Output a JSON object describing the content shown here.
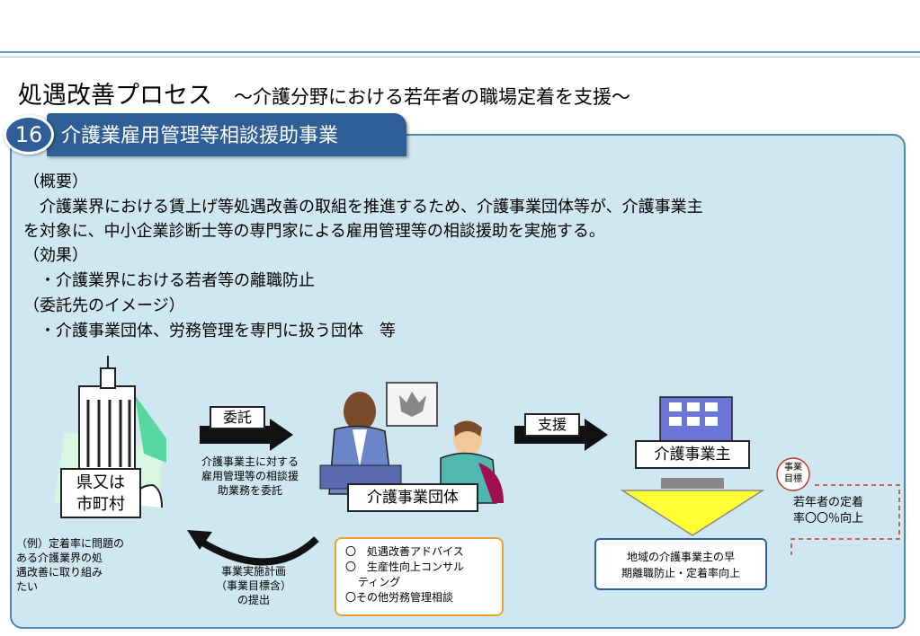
{
  "header": {
    "title": "処遇改善プロセス",
    "subtitle": "～介護分野における若年者の職場定着を支援～"
  },
  "section": {
    "number": "16",
    "title": "介護業雇用管理等相談援助事業"
  },
  "overview": {
    "heading": "（概要）",
    "line1": "介護業界における賃上げ等処遇改善の取組を推進するため、介護事業団体等が、介護事業主",
    "line2": "を対象に、中小企業診断士等の専門家による雇用管理等の相談援助を実施する。",
    "effect_heading": "（効果）",
    "effect_item": "・介護業界における若者等の離職防止",
    "entrust_heading": "（委託先のイメージ）",
    "entrust_item": "・介護事業団体、労務管理を専門に扱う団体　等"
  },
  "diagram": {
    "prefecture_label_1": "県又は",
    "prefecture_label_2": "市町村",
    "prefecture_note": [
      "（例）定着率に問題の",
      "ある介護業界の処",
      "遇改善に取り組み",
      "たい"
    ],
    "arrow_entrust": "委託",
    "entrust_note": [
      "介護事業主に対する",
      "雇用管理等の相談援",
      "助業務を委託"
    ],
    "return_note": [
      "事業実施計画",
      "（事業目標含）",
      "の提出"
    ],
    "org_label": "介護事業団体",
    "services": [
      "〇　処遇改善アドバイス",
      "〇　生産性向上コンサル",
      "ティング",
      "〇その他労務管理相談"
    ],
    "arrow_support": "支援",
    "employer_label": "介護事業主",
    "outcome": [
      "地域の介護事業主の早",
      "期離職防止・定着率向上"
    ],
    "target_badge_1": "事業",
    "target_badge_2": "目標",
    "target_text_1": "若年者の定着",
    "target_text_2": "率〇〇％向上"
  },
  "colors": {
    "accent": "#2f5f96",
    "panel": "#cfe7f1",
    "yellow_arrow": "#ffff33",
    "service_border": "#f0a030",
    "target_dash": "#c0392b"
  }
}
